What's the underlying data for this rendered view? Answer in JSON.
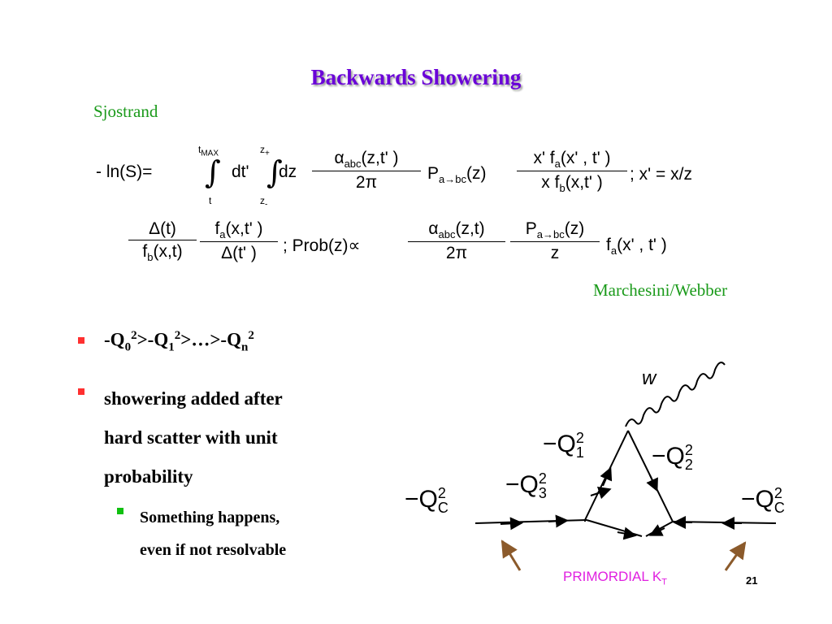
{
  "slide": {
    "title": "Backwards Showering",
    "author_left": "Sjostrand",
    "author_right": "Marchesini/Webber",
    "page_number": "21"
  },
  "equation1": {
    "lhs": "- ln(S)=",
    "int1_upper": "t",
    "int1_upper_sub": "MAX",
    "int1_lower": "t",
    "dt": "dt'",
    "int2_upper": "z",
    "int2_upper_sub": "+",
    "int2_lower": "z",
    "int2_lower_sub": "-",
    "dz": "dz",
    "frac1_num": "(z,t' )",
    "frac1_den": "2π",
    "alpha": "α",
    "alpha_sub": "abc",
    "P": "P",
    "P_sub": "a→bc",
    "P_arg": "(z)",
    "frac2_num_pre": "x' f",
    "frac2_num_sub": "a",
    "frac2_num_post": "(x' , t' )",
    "frac2_den_pre": "x f",
    "frac2_den_sub": "b",
    "frac2_den_post": "(x,t' )",
    "tail": "; x' = x/z"
  },
  "equation2": {
    "frac1_num": "Δ(t)",
    "frac1_den_pre": "f",
    "frac1_den_sub": "b",
    "frac1_den_post": "(x,t)",
    "frac2_num_pre": "f",
    "frac2_num_sub": "a",
    "frac2_num_post": "(x,t' )",
    "frac2_den": "Δ(t' )",
    "prob": "; Prob(z)∝",
    "frac3_num": "(z,t)",
    "frac3_den": "2π",
    "frac4_num_arg": "(z)",
    "frac4_den": "z",
    "tail_pre": "f",
    "tail_sub": "a",
    "tail_post": "(x' , t' )"
  },
  "bullets": [
    {
      "text": "-Q0 2>-Q1 2>…>-Qn 2"
    },
    {
      "line1": "showering added after",
      "line2": "hard scatter with unit",
      "line3": "probability"
    }
  ],
  "sub_bullet": {
    "line1": "Something happens,",
    "line2": "even if not resolvable"
  },
  "q_bullet": {
    "p1": "-Q",
    "s1": "0",
    "e1": "2",
    "p2": ">-Q",
    "s2": "1",
    "e2": "2",
    "p3": ">…>-Q",
    "s3": "n",
    "e3": "2"
  },
  "diagram": {
    "w_label": "w",
    "labels": [
      {
        "minus": "−",
        "Q": "Q",
        "sup": "2",
        "sub": "1"
      },
      {
        "minus": "−",
        "Q": "Q",
        "sup": "2",
        "sub": "2"
      },
      {
        "minus": "−",
        "Q": "Q",
        "sup": "2",
        "sub": "3"
      },
      {
        "minus": "−",
        "Q": "Q",
        "sup": "2",
        "sub": "C"
      },
      {
        "minus": "−",
        "Q": "Q",
        "sup": "2",
        "sub": "C"
      }
    ],
    "primordial": "PRIMORDIAL K",
    "primordial_sub": "T",
    "arrow_color": "#8b5a2b",
    "primordial_color": "#e020e0"
  }
}
